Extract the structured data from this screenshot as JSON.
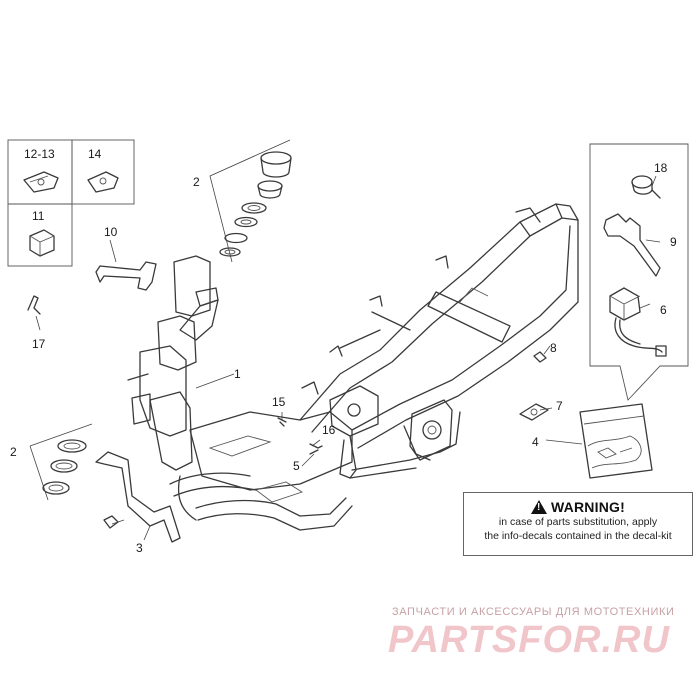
{
  "callouts": {
    "c1": "1",
    "c2a": "2",
    "c2b": "2",
    "c3": "3",
    "c4": "4",
    "c5": "5",
    "c6": "6",
    "c7": "7",
    "c8": "8",
    "c9": "9",
    "c10": "10",
    "c11": "11",
    "c12_13": "12-13",
    "c14": "14",
    "c15": "15",
    "c16": "16",
    "c17": "17",
    "c18": "18"
  },
  "warning": {
    "title": "WARNING!",
    "line1": "in case of parts substitution, apply",
    "line2": "the info-decals contained in the decal-kit"
  },
  "watermark": {
    "tagline": "ЗАПЧАСТИ И АКСЕССУАРЫ ДЛЯ МОТОТЕХНИКИ",
    "logo": "PARTSFOR.RU"
  }
}
